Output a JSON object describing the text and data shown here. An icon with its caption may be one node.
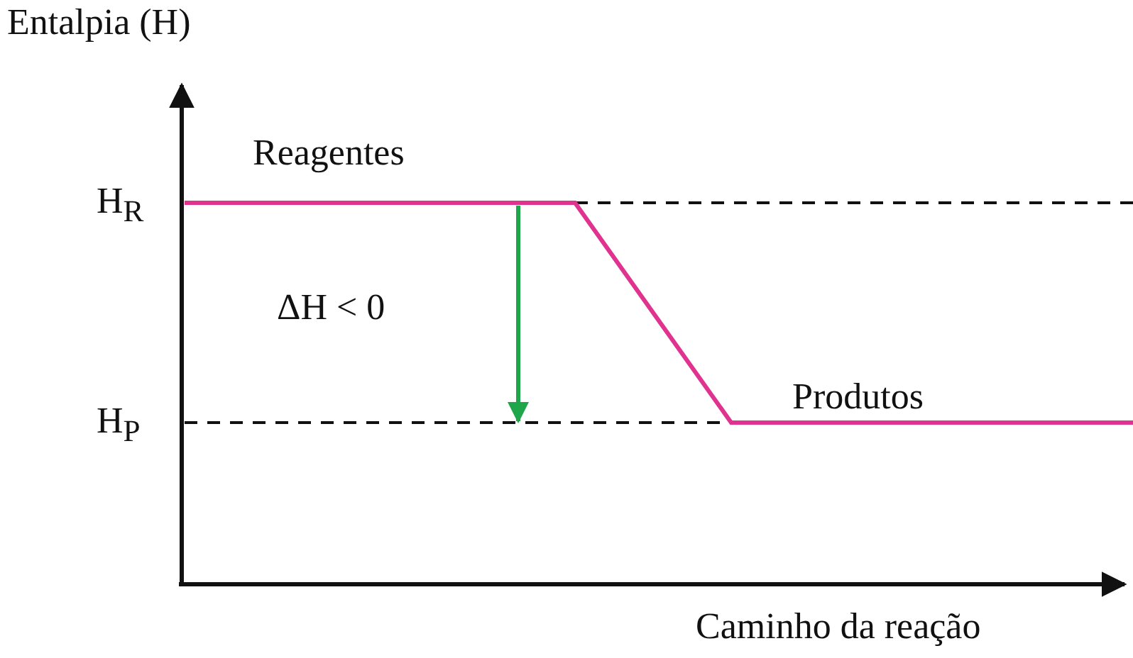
{
  "diagram": {
    "labels": [
      "Entalpia (H)",
      "Reagentes",
      "H$_{R}$",
      "ΔH < 0",
      "H$_{P}$",
      "Produtos",
      "Caminho da reação"
    ]
  }
}
